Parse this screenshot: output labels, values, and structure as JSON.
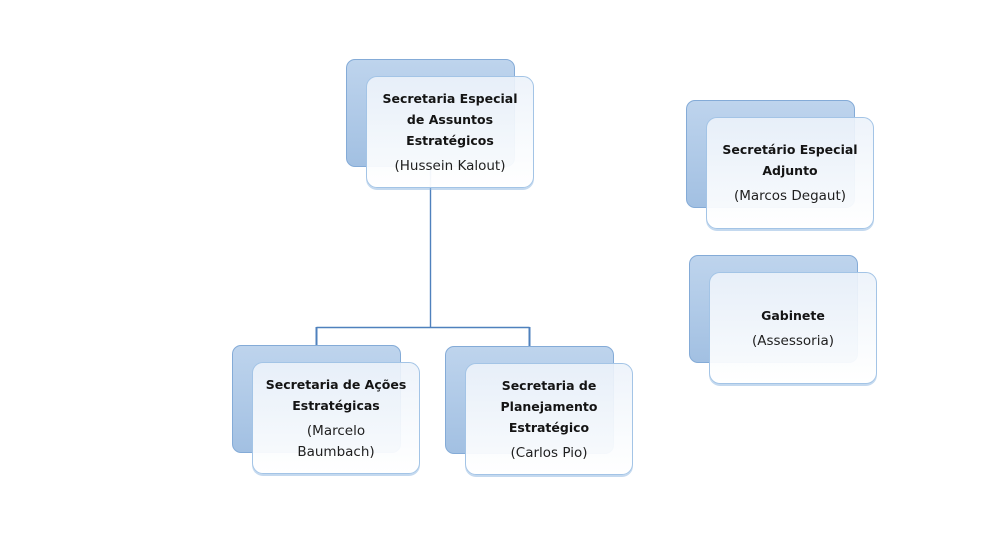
{
  "theme": {
    "canvas_bg": "#ffffff",
    "shape_fill_top": "#bed4ed",
    "shape_fill_bottom": "#a2c0e2",
    "shape_border": "#84abd7",
    "card_border": "#a3c4e6",
    "connector": "#4f81bd",
    "text": "#141414"
  },
  "org_chart": {
    "nodes": [
      {
        "id": "secretaria-especial",
        "title": "Secretaria Especial\nde Assuntos\nEstratégicos",
        "person": "(Hussein Kalout)"
      },
      {
        "id": "secretario-adjunto",
        "title": "Secretário Especial\nAdjunto",
        "person": "(Marcos Degaut)"
      },
      {
        "id": "gabinete",
        "title": "Gabinete",
        "person": "(Assessoria)"
      },
      {
        "id": "acoes-estrategicas",
        "title": "Secretaria de Ações\nEstratégicas",
        "person": "(Marcelo\nBaumbach)"
      },
      {
        "id": "planejamento-estrategico",
        "title": "Secretaria de\nPlanejamento\nEstratégico",
        "person": "(Carlos Pio)"
      }
    ]
  }
}
